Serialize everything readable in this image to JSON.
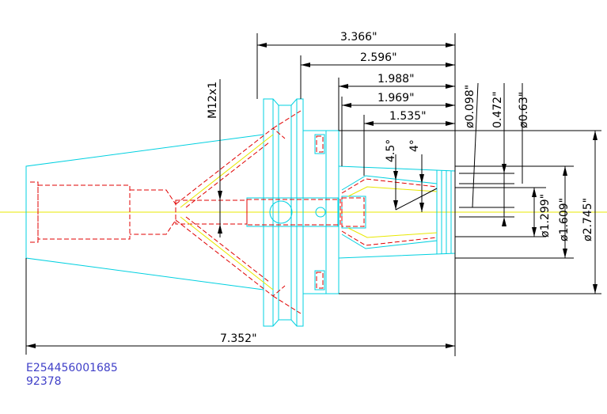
{
  "drawing": {
    "dims_horizontal": [
      "3.366\"",
      "2.596\"",
      "1.988\"",
      "1.969\"",
      "1.535\"",
      "7.352\""
    ],
    "dims_vertical": [
      "M12x1",
      "ø0.098\"",
      "0.472\"",
      "ø0.63\"",
      "ø1.299\"",
      "ø1.609\"",
      "ø2.745\""
    ],
    "angles": [
      "4.5°",
      "4°"
    ],
    "part_code": "E254456001685",
    "part_number": "92378",
    "colors": {
      "outline": "#00d0e0",
      "hidden": "#e00000",
      "center": "#e8e800",
      "dimension": "#000000",
      "code_text": "#4040c8"
    }
  }
}
